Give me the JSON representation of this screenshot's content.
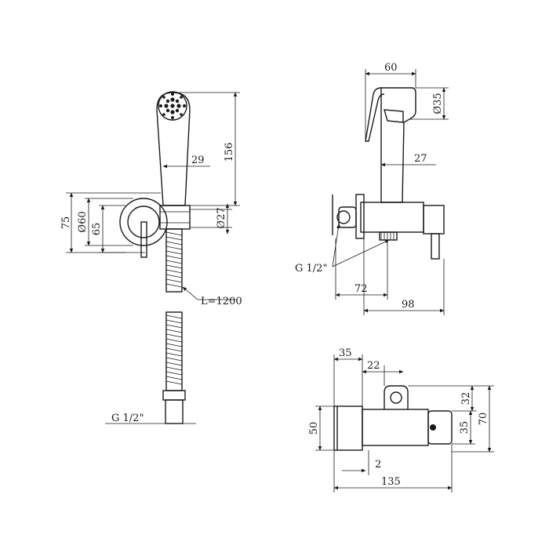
{
  "dimensions": {
    "handset_width": "29",
    "handset_height": "156",
    "holder_outer_dia": "Ø60",
    "holder_inner": "65",
    "holder_height": "75",
    "hose_dia": "Ø27",
    "hose_length": "L=1200",
    "hose_thread": "G 1/2\"",
    "side_top_width": "60",
    "side_head_dia": "Ø35",
    "side_neck": "27",
    "side_thread": "G 1/2\"",
    "side_depth_72": "72",
    "side_depth_98": "98",
    "plan_35": "35",
    "plan_22": "22",
    "plan_50": "50",
    "plan_2": "2",
    "plan_135": "135",
    "plan_32": "32",
    "plan_35b": "35",
    "plan_70": "70"
  }
}
